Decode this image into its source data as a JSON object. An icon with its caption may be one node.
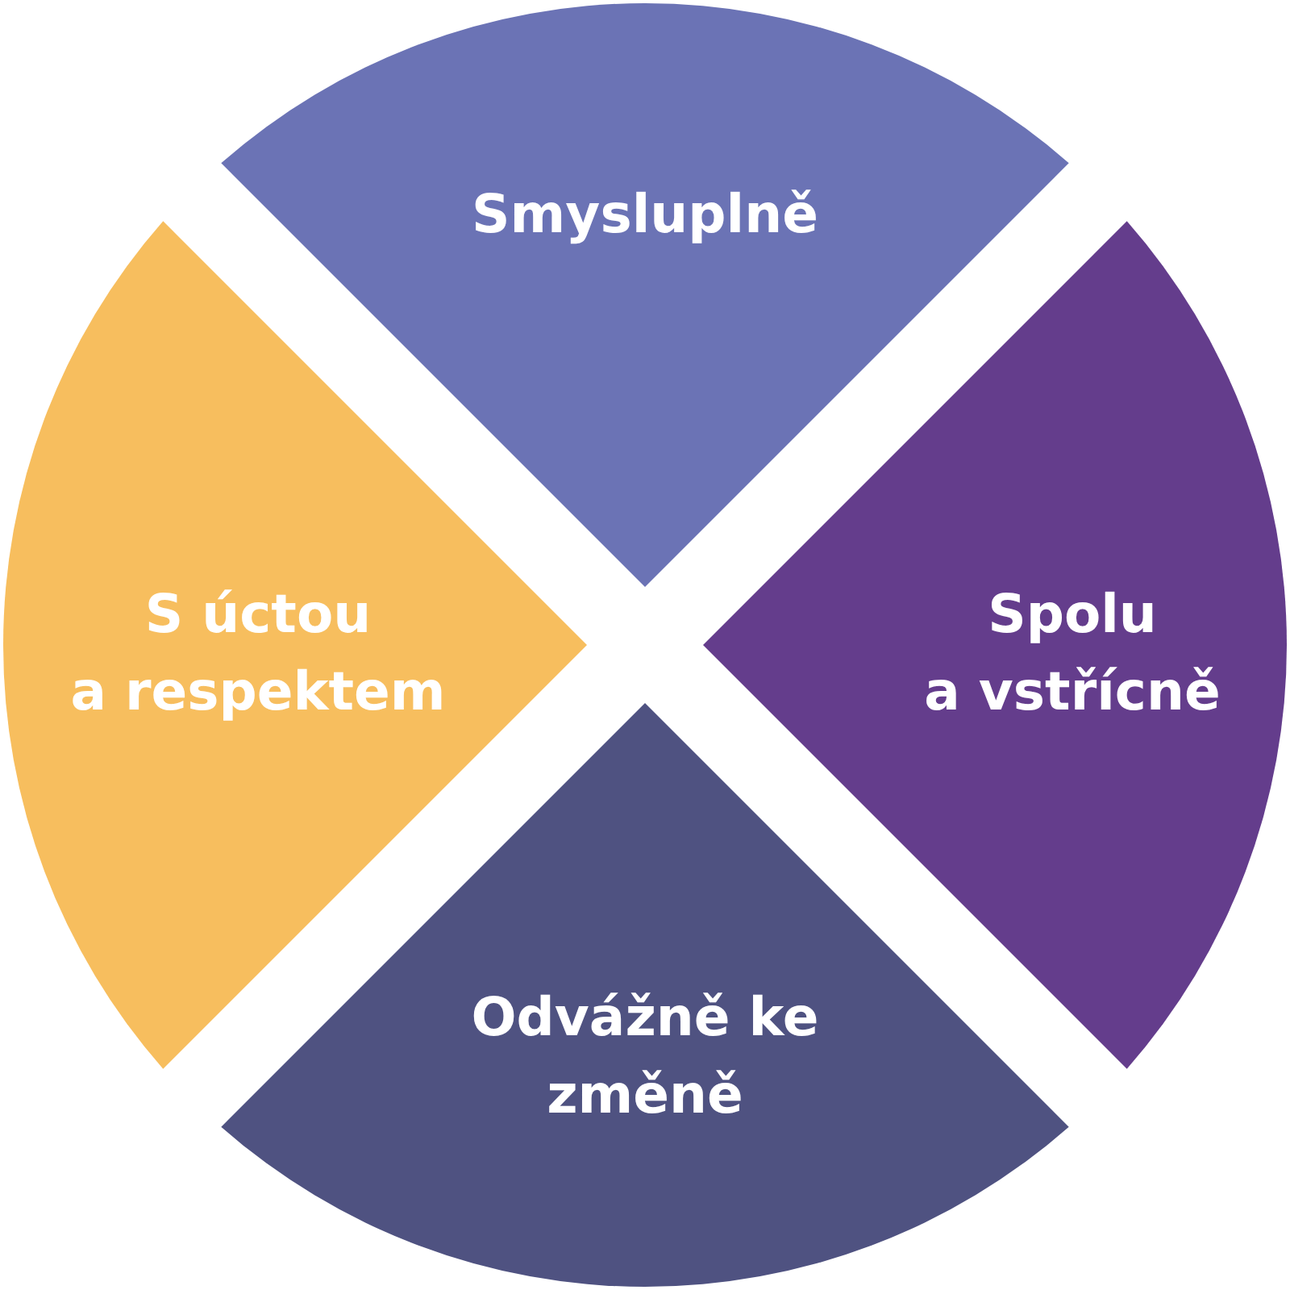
{
  "diagram": {
    "nodes": [
      {
        "text": [
          "Smysluplně"
        ]
      },
      {
        "text": [
          "Spolu a vstřícně"
        ]
      },
      {
        "text": [
          "Odvážně ke změně"
        ]
      },
      {
        "text": [
          "S úctou a respektem"
        ]
      }
    ]
  }
}
